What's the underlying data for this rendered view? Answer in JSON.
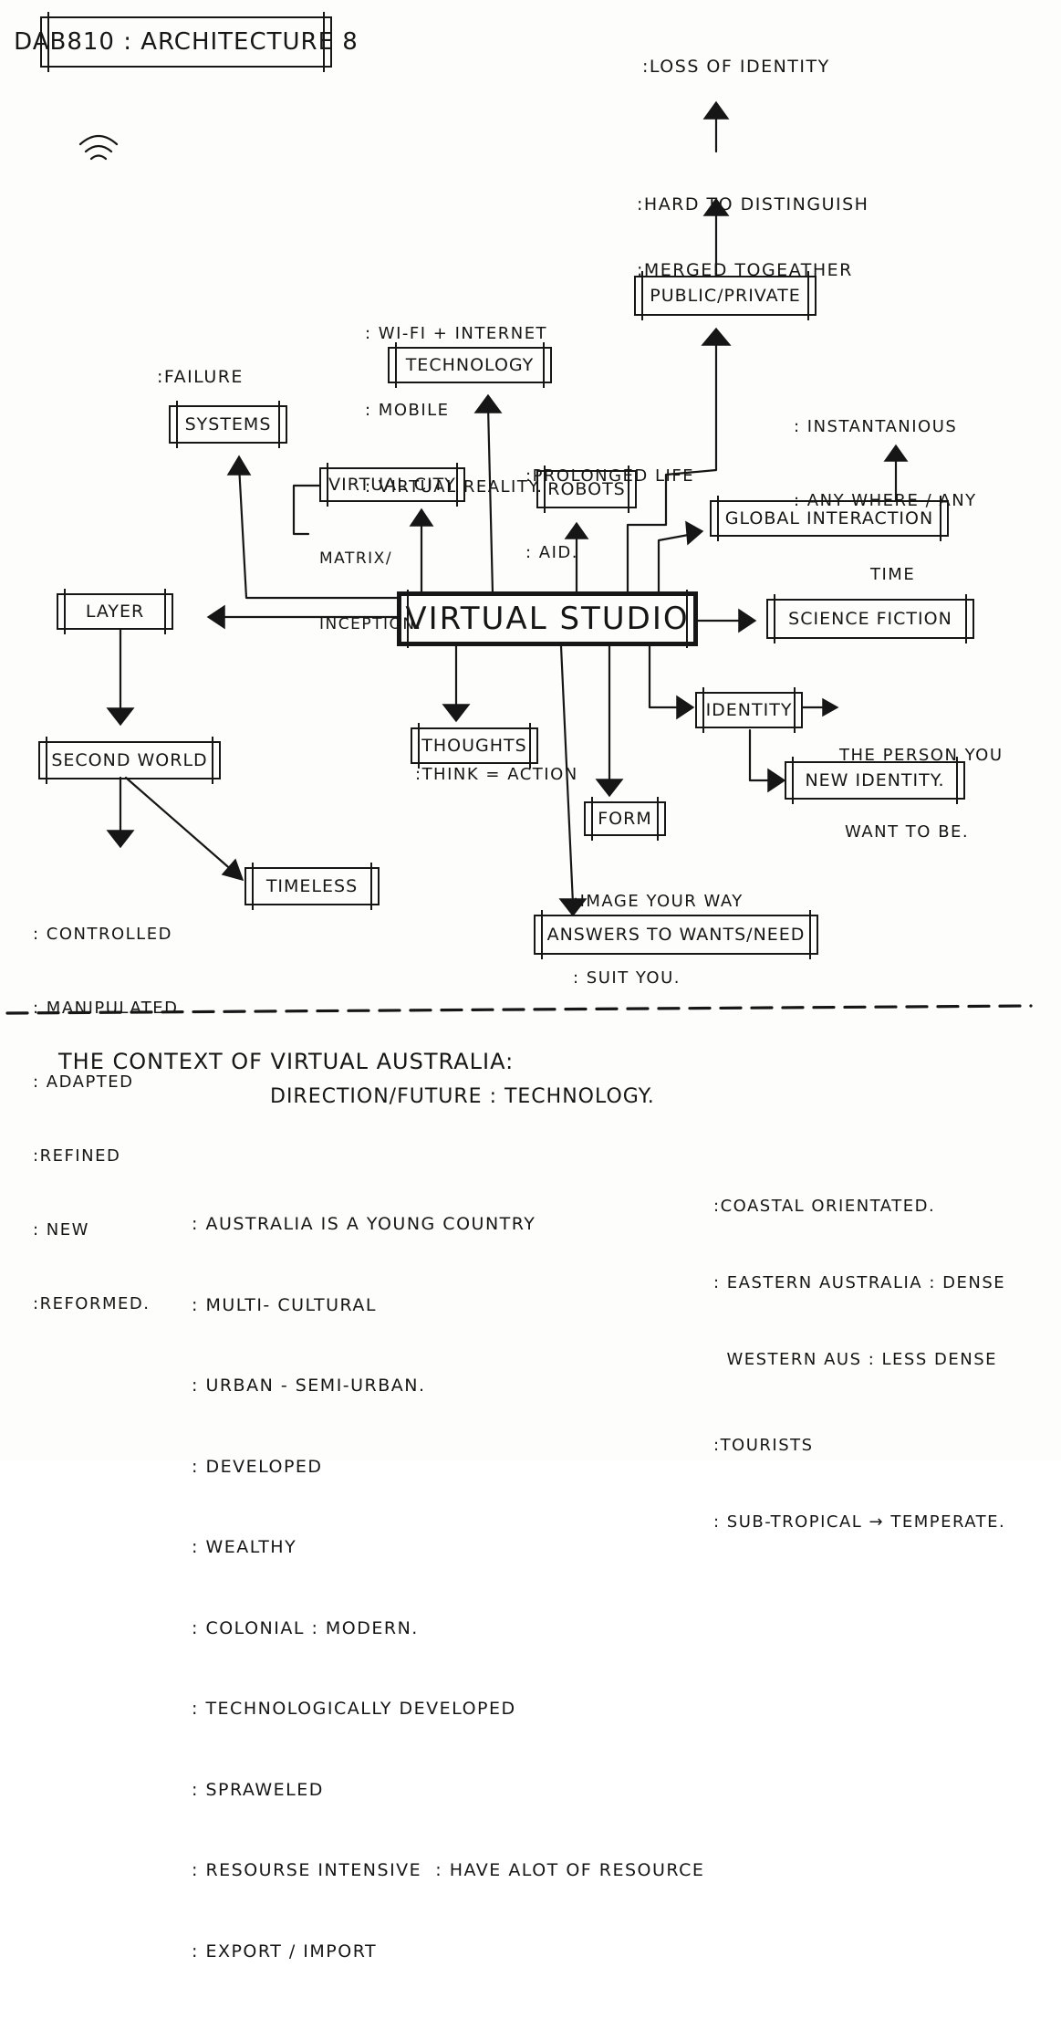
{
  "header": {
    "title": "DAB810 : ARCHITECTURE 8"
  },
  "icons": {
    "wifi": "wifi-icon"
  },
  "center": {
    "label": "VIRTUAL STUDIO"
  },
  "nodes": {
    "systems": {
      "label": "SYSTEMS",
      "note": ":FAILURE"
    },
    "technology": {
      "label": "TECHNOLOGY",
      "notes": [
        ": WI-FI + INTERNET",
        ": MOBILE",
        ": VIRTUAL REALITY."
      ]
    },
    "public_private": {
      "label": "PUBLIC/PRIVATE"
    },
    "hard_to_distinguish": [
      ":HARD TO DISTINGUISH",
      ":MERGED TOGEATHER"
    ],
    "loss_of_identity": ":LOSS OF IDENTITY",
    "virtual_city": {
      "label": "VIRTUAL CITY",
      "notes": [
        "MATRIX/",
        "INCEPTION."
      ]
    },
    "robots": {
      "label": "ROBOTS",
      "notes": [
        ":PROLONGED LIFE",
        ": AID."
      ]
    },
    "global_interaction": {
      "label": "GLOBAL INTERACTION",
      "notes": [
        ": INSTANTANIOUS",
        ": ANY WHERE / ANY",
        "TIME"
      ]
    },
    "layer": {
      "label": "LAYER"
    },
    "science_fiction": {
      "label": "SCIENCE FICTION"
    },
    "second_world": {
      "label": "SECOND WORLD",
      "notes": [
        ": CONTROLLED",
        ": MANIPULATED",
        ": ADAPTED",
        ":REFINED",
        ": NEW",
        ":REFORMED."
      ]
    },
    "timeless": {
      "label": "TIMELESS"
    },
    "thoughts": {
      "label": "THOUGHTS",
      "note": ":THINK = ACTION"
    },
    "form": {
      "label": "FORM",
      "notes": [
        ":IMAGE YOUR WAY",
        ": SUIT YOU."
      ]
    },
    "identity": {
      "label": "IDENTITY",
      "notes": [
        "THE PERSON YOU",
        "WANT TO BE."
      ]
    },
    "new_identity": {
      "label": "NEW IDENTITY."
    },
    "answers": {
      "label": "ANSWERS TO WANTS/NEED"
    }
  },
  "context": {
    "title": "THE CONTEXT OF VIRTUAL AUSTRALIA:",
    "subtitle": "DIRECTION/FUTURE : TECHNOLOGY.",
    "left_list": [
      ": AUSTRALIA IS A YOUNG COUNTRY",
      ": MULTI- CULTURAL",
      ": URBAN - SEMI-URBAN.",
      ": DEVELOPED",
      ": WEALTHY",
      ": COLONIAL : MODERN.",
      ": TECHNOLOGICALLY DEVELOPED",
      ": SPRAWELED",
      ": RESOURSE INTENSIVE  : HAVE ALOT OF RESOURCE",
      ": EXPORT / IMPORT"
    ],
    "right_list": [
      ":COASTAL ORIENTATED.",
      ": EASTERN AUSTRALIA : DENSE",
      "  WESTERN AUS : LESS DENSE",
      ":TOURISTS",
      ": SUB-TROPICAL → TEMPERATE."
    ]
  }
}
